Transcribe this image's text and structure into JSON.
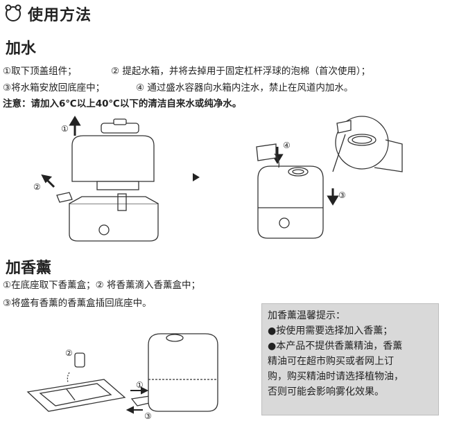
{
  "header": {
    "title": "使用方法"
  },
  "water": {
    "heading": "加水",
    "step1": "①取下顶盖组件；",
    "step2": "② 提起水箱，并将去掉用于固定杠杆浮球的泡棉（首次使用）；",
    "step3": "③将水箱安放回底座中；",
    "step4": "④ 通过盛水容器向水箱内注水，禁止在风道内加水。",
    "note": "注意：请加入6℃以上40℃以下的清洁自来水或纯净水。",
    "fig_marks": {
      "m1": "①",
      "m2": "②",
      "m3": "③",
      "m4": "④"
    }
  },
  "aroma": {
    "heading": "加香薰",
    "step12": "①在底座取下香薰盒；② 将香薰滴入香薰盒中；",
    "step3": "③将盛有香薰的香薰盒插回底座中。",
    "fig_marks": {
      "m1": "①",
      "m2": "②",
      "m3": "③"
    },
    "tips": {
      "title": "加香薰温馨提示：",
      "item1": "●按使用需要选择加入香薰；",
      "item2_l1": "●本产品不提供香薰精油，香薰",
      "item2_l2": "精油可在超市购买或者网上订",
      "item2_l3": "购，购买精油时请选择植物油，",
      "item2_l4": "否则可能会影响雾化效果。"
    }
  }
}
